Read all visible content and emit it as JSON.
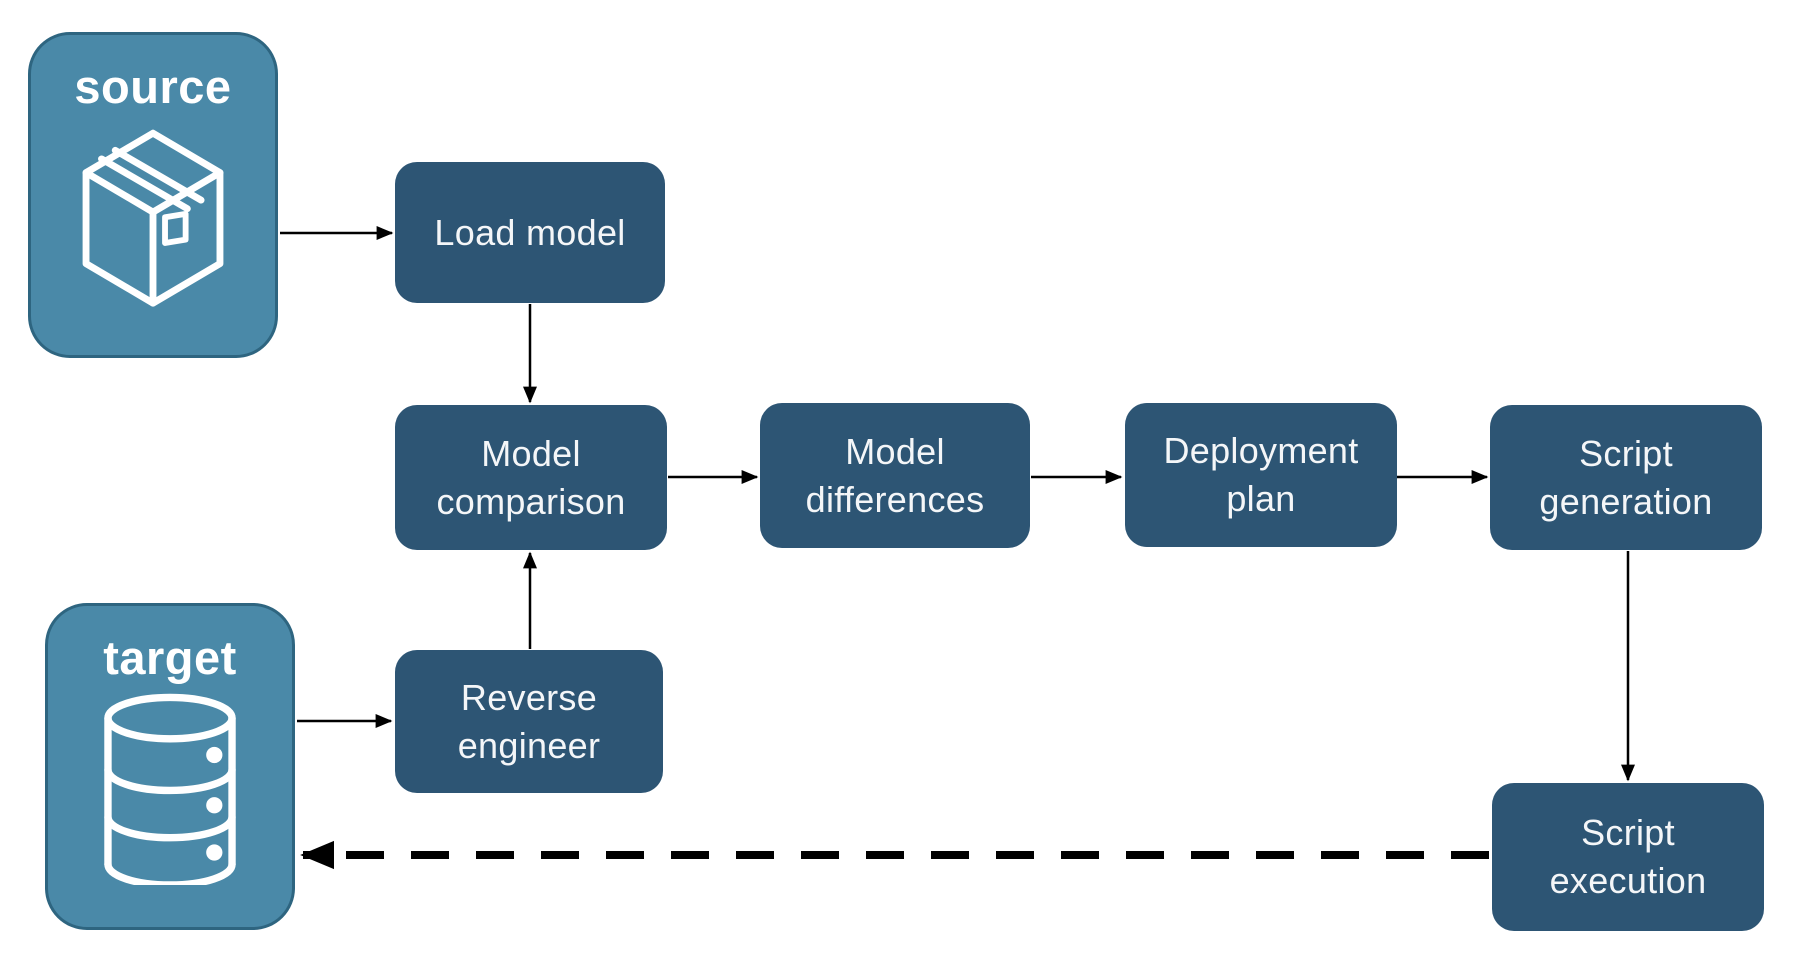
{
  "diagram": {
    "containers": {
      "source": {
        "label": "source",
        "icon": "package-icon"
      },
      "target": {
        "label": "target",
        "icon": "database-icon"
      }
    },
    "nodes": {
      "load_model": {
        "label": "Load model"
      },
      "model_comparison": {
        "label": "Model\ncomparison"
      },
      "model_differences": {
        "label": "Model\ndifferences"
      },
      "deployment_plan": {
        "label": "Deployment\nplan"
      },
      "script_generation": {
        "label": "Script\ngeneration"
      },
      "reverse_engineer": {
        "label": "Reverse\nengineer"
      },
      "script_execution": {
        "label": "Script\nexecution"
      }
    },
    "edges": [
      {
        "from": "source",
        "to": "load_model",
        "style": "solid"
      },
      {
        "from": "load_model",
        "to": "model_comparison",
        "style": "solid"
      },
      {
        "from": "model_comparison",
        "to": "model_differences",
        "style": "solid"
      },
      {
        "from": "model_differences",
        "to": "deployment_plan",
        "style": "solid"
      },
      {
        "from": "deployment_plan",
        "to": "script_generation",
        "style": "solid"
      },
      {
        "from": "script_generation",
        "to": "script_execution",
        "style": "solid"
      },
      {
        "from": "reverse_engineer",
        "to": "model_comparison",
        "style": "solid"
      },
      {
        "from": "target",
        "to": "reverse_engineer",
        "style": "solid"
      },
      {
        "from": "script_execution",
        "to": "target",
        "style": "dashed"
      }
    ],
    "colors": {
      "node_fill": "#2d5574",
      "node_text": "#f4f6f8",
      "container_fill": "#4a89a8",
      "container_border": "#2e6580",
      "container_text": "#ffffff",
      "icon_stroke": "#ffffff",
      "arrow": "#000000",
      "background": "#ffffff"
    }
  }
}
